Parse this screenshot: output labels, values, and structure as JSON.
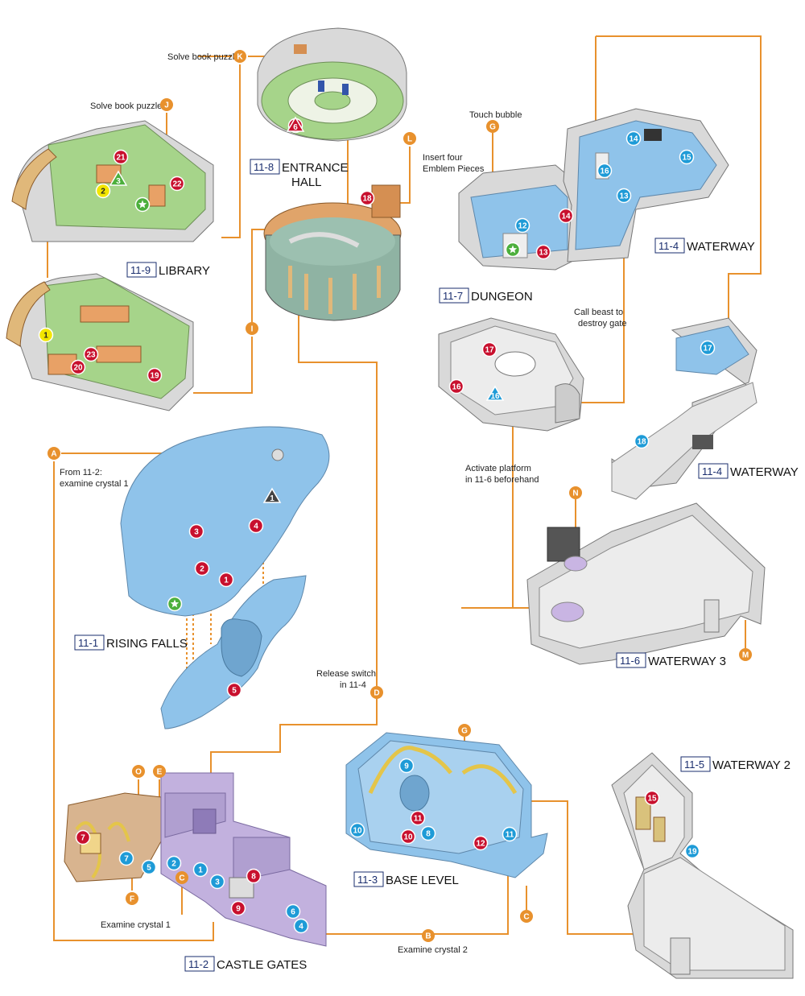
{
  "colors": {
    "route": "#e8912d",
    "red_marker": "#c8102e",
    "blue_marker": "#1e9bd7",
    "yellow_marker": "#f3e600",
    "green_marker": "#4caf3c",
    "water": "#8fc3ea",
    "floor_green": "#a6d48a",
    "castle_purple": "#b9a7d6",
    "stone_grey": "#e3e3e3",
    "label_border": "#1a2e6e"
  },
  "areas": [
    {
      "id": "11-9",
      "name": "LIBRARY"
    },
    {
      "id": "11-8",
      "name": "ENTRANCE",
      "name2": "HALL"
    },
    {
      "id": "11-7",
      "name": "DUNGEON"
    },
    {
      "id": "11-4",
      "name": "WATERWAY"
    },
    {
      "id": "11-4",
      "name": "WATERWAY"
    },
    {
      "id": "11-1",
      "name": "RISING FALLS"
    },
    {
      "id": "11-6",
      "name": "WATERWAY 3"
    },
    {
      "id": "11-5",
      "name": "WATERWAY 2"
    },
    {
      "id": "11-3",
      "name": "BASE LEVEL"
    },
    {
      "id": "11-2",
      "name": "CASTLE GATES"
    }
  ],
  "notes": {
    "solve_book_k": "Solve book puzzle",
    "solve_book_j": "Solve book puzzle",
    "touch_bubble": "Touch bubble",
    "insert_emblem_1": "Insert four",
    "insert_emblem_2": "Emblem Pieces",
    "call_beast_1": "Call beast to",
    "call_beast_2": "destroy gate",
    "from_11_2_1": "From 11-2:",
    "from_11_2_2": "examine crystal 1",
    "activate_1": "Activate platform",
    "activate_2": "in 11-6 beforehand",
    "release_1": "Release switch",
    "release_2": "in 11-4",
    "examine_crystal_1": "Examine crystal 1",
    "examine_crystal_2": "Examine crystal 2"
  },
  "route_letters": [
    "K",
    "J",
    "L",
    "G",
    "I",
    "A",
    "N",
    "M",
    "D",
    "G",
    "O",
    "E",
    "F",
    "C",
    "C",
    "B"
  ],
  "red_markers": [
    "21",
    "22",
    "20",
    "23",
    "19",
    "6",
    "18",
    "14",
    "13",
    "17",
    "16",
    "3",
    "4",
    "2",
    "1",
    "5",
    "15",
    "7",
    "8",
    "9",
    "11",
    "10",
    "12"
  ],
  "blue_markers": [
    "14",
    "15",
    "16",
    "13",
    "12",
    "17",
    "18",
    "19",
    "9",
    "10",
    "8",
    "11",
    "7",
    "5",
    "2",
    "1",
    "3",
    "6",
    "4"
  ],
  "yellow_markers": [
    "2",
    "1"
  ],
  "triangle_markers": [
    "3",
    "6",
    "16",
    "1"
  ]
}
